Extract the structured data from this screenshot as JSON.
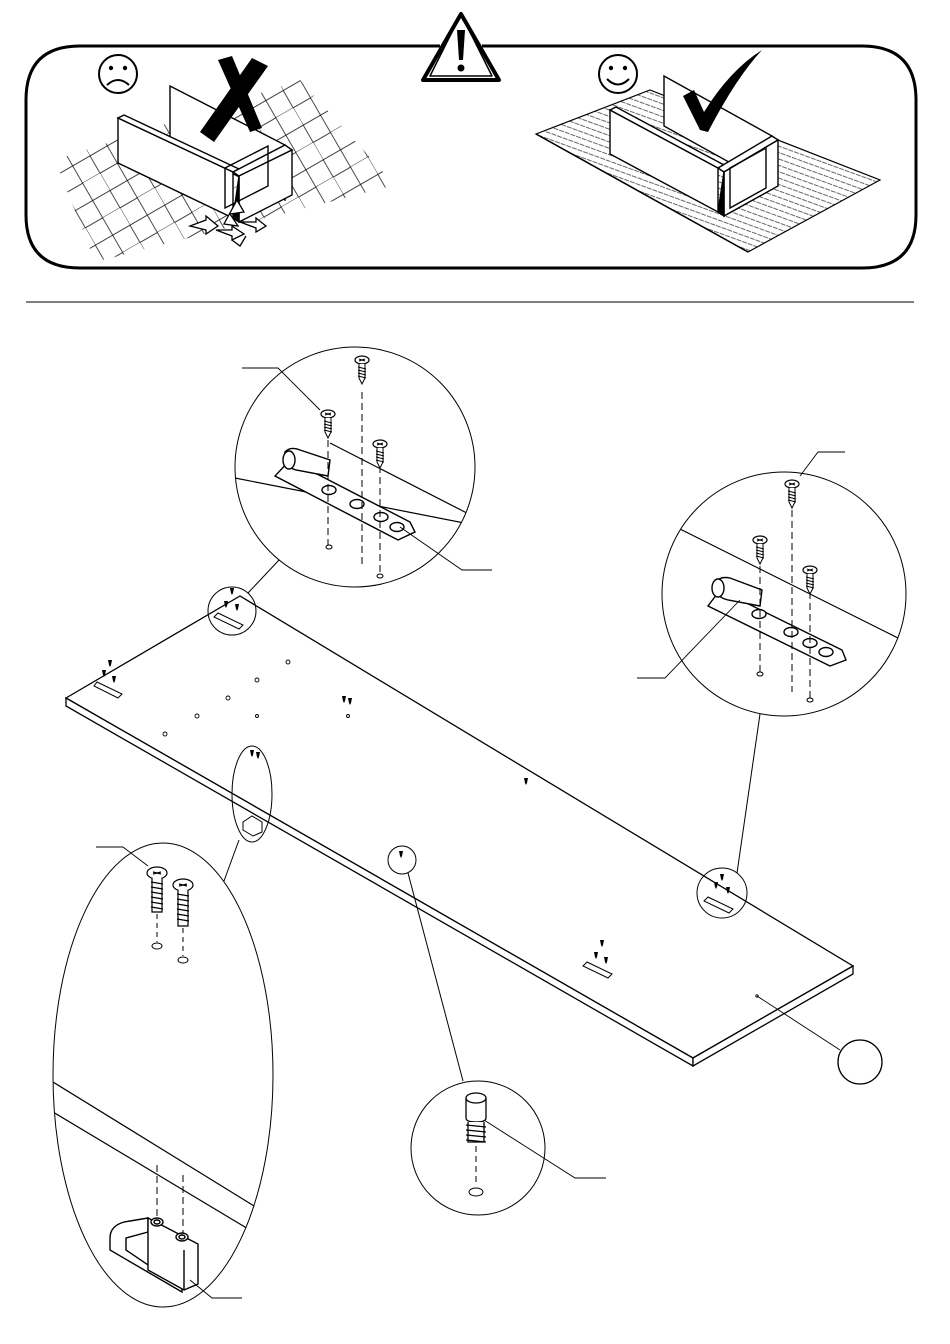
{
  "document": {
    "kind": "assembly-instruction-sheet",
    "text_content": []
  },
  "warning_panel": {
    "caution_icon": "warning-triangle-icon",
    "bad_example": {
      "face_icon": "sad-face-icon",
      "mark_icon": "cross-mark-icon",
      "surface": "hard-brick-floor"
    },
    "good_example": {
      "face_icon": "happy-face-icon",
      "mark_icon": "check-mark-icon",
      "surface": "soft-carpet"
    }
  },
  "main_diagram": {
    "panel": "large-board-top-view",
    "part_label_circle": "part-id-circle",
    "details": [
      {
        "name": "hinge-detail-upper-left",
        "parts": [
          "hinge-plate-icon",
          "screw-icon"
        ]
      },
      {
        "name": "hinge-detail-right",
        "parts": [
          "hinge-plate-icon",
          "screw-icon"
        ]
      },
      {
        "name": "handle-detail-lower-left",
        "parts": [
          "handle-icon",
          "bolt-icon"
        ]
      },
      {
        "name": "shelf-pin-detail",
        "parts": [
          "shelf-pin-icon"
        ]
      }
    ]
  },
  "colors": {
    "ink": "#000000",
    "paper": "#ffffff"
  }
}
